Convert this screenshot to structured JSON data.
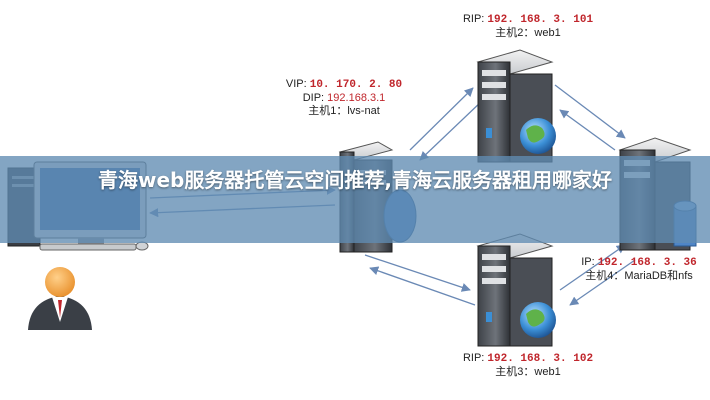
{
  "banner": {
    "title": "青海web服务器托管云空间推荐,青海云服务器租用哪家好"
  },
  "nodes": {
    "lvs": {
      "vip_label": "VIP:",
      "vip_value": "10. 170. 2. 80",
      "dip_label": "DIP:",
      "dip_value": "192.168.3.1",
      "host_label": "主机1：lvs-nat"
    },
    "web1_top": {
      "rip_label": "RIP:",
      "rip_value": "192. 168. 3. 101",
      "host_label": "主机2：web1"
    },
    "web1_bottom": {
      "rip_label": "RIP:",
      "rip_value": "192. 168. 3. 102",
      "host_label": "主机3：web1"
    },
    "db": {
      "ip_label": "IP:",
      "ip_value": "192. 168. 3. 36",
      "host_label": "主机4：MariaDB和nfs"
    }
  },
  "colors": {
    "ip_value": "#c0262c",
    "banner": "#608cb2",
    "arrow": "#6a89b5"
  }
}
